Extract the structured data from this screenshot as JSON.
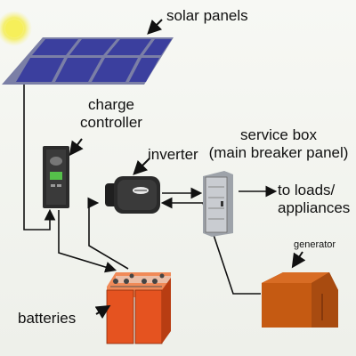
{
  "labels": {
    "solar_panels": "solar panels",
    "charge_controller_line1": "charge",
    "charge_controller_line2": "controller",
    "inverter": "inverter",
    "service_box_line1": "service box",
    "service_box_line2": "(main breaker panel)",
    "loads_line1": "to loads/",
    "loads_line2": "appliances",
    "generator": "generator",
    "batteries": "batteries"
  },
  "colors": {
    "sun": "#f4ee6a",
    "panel_cell": "#3b3f9e",
    "controller_body": "#2b2b2b",
    "display": "#55c04a",
    "inverter_body": "#2a2a2a",
    "service_box": "#c9ccd1",
    "generator": "#c55a12",
    "battery": "#e55320",
    "wire": "#111111"
  }
}
